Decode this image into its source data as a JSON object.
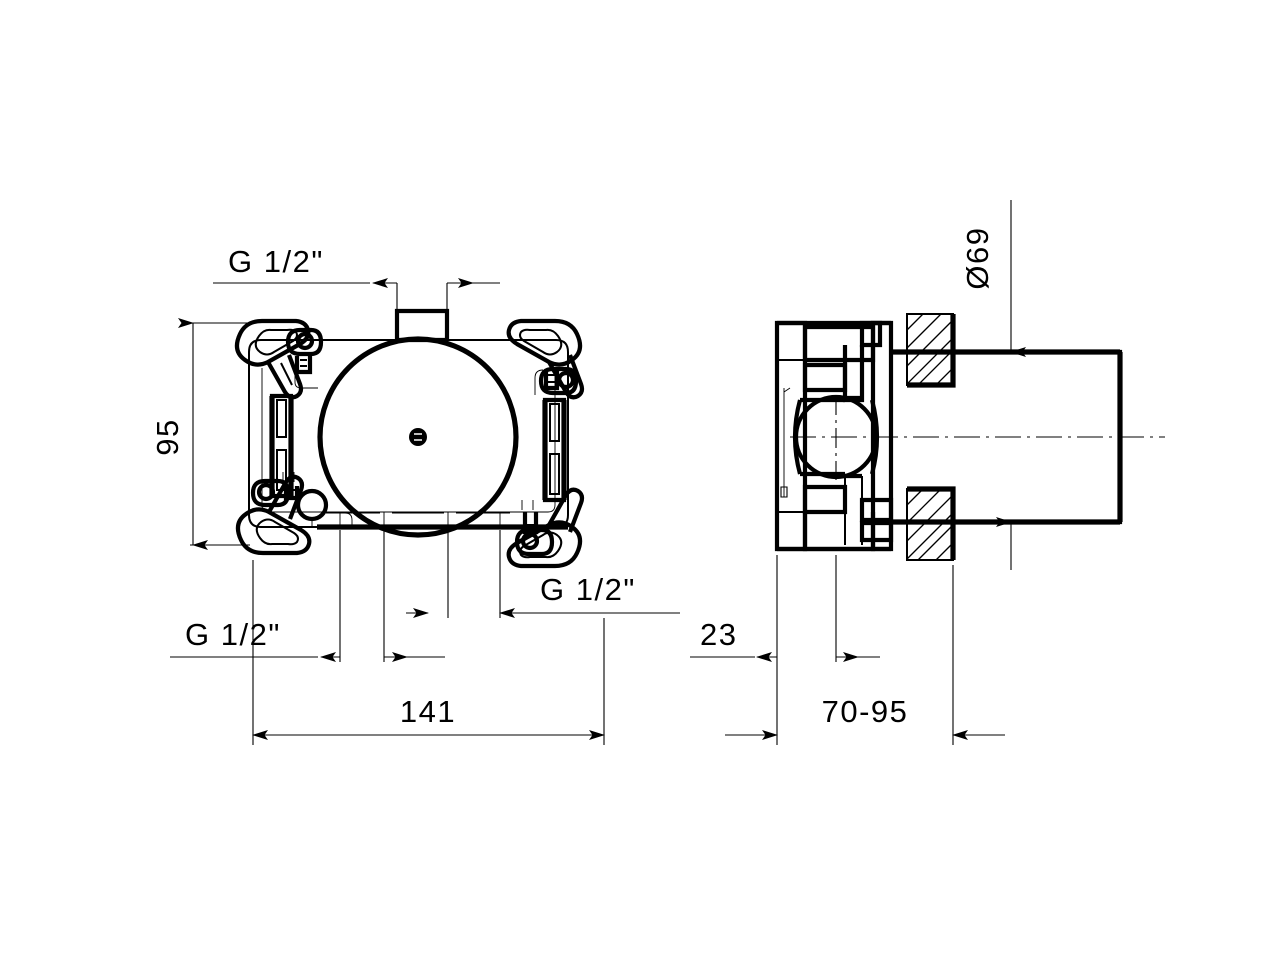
{
  "drawing": {
    "title": "Concealed valve body installation drawing",
    "line_color": "#000000",
    "background_color": "#ffffff",
    "views": [
      {
        "name": "front-view",
        "position": "left"
      },
      {
        "name": "section-view",
        "position": "right"
      }
    ]
  },
  "front_view": {
    "labels": {
      "top_thread": "G 1/2\"",
      "bottom_left_thread": "G 1/2\"",
      "bottom_right_thread": "G 1/2\""
    },
    "dimensions": {
      "height": "95",
      "width": "141"
    }
  },
  "section_view": {
    "labels": {
      "diameter": "Ø69"
    },
    "dimensions": {
      "wall_offset": "23",
      "depth_range": "70-95"
    }
  },
  "dimension_list": [
    {
      "name": "height",
      "value": "95",
      "unit": "mm",
      "orientation": "vertical"
    },
    {
      "name": "width",
      "value": "141",
      "unit": "mm",
      "orientation": "horizontal"
    },
    {
      "name": "wall-offset",
      "value": "23",
      "unit": "mm",
      "orientation": "horizontal"
    },
    {
      "name": "install-depth",
      "value": "70-95",
      "unit": "mm",
      "orientation": "horizontal"
    },
    {
      "name": "bore-diameter",
      "value": "Ø69",
      "unit": "mm",
      "orientation": "vertical"
    }
  ],
  "thread_callouts": [
    {
      "name": "top-inlet",
      "value": "G 1/2\""
    },
    {
      "name": "bottom-left-outlet",
      "value": "G 1/2\""
    },
    {
      "name": "bottom-right-outlet",
      "value": "G 1/2\""
    }
  ]
}
